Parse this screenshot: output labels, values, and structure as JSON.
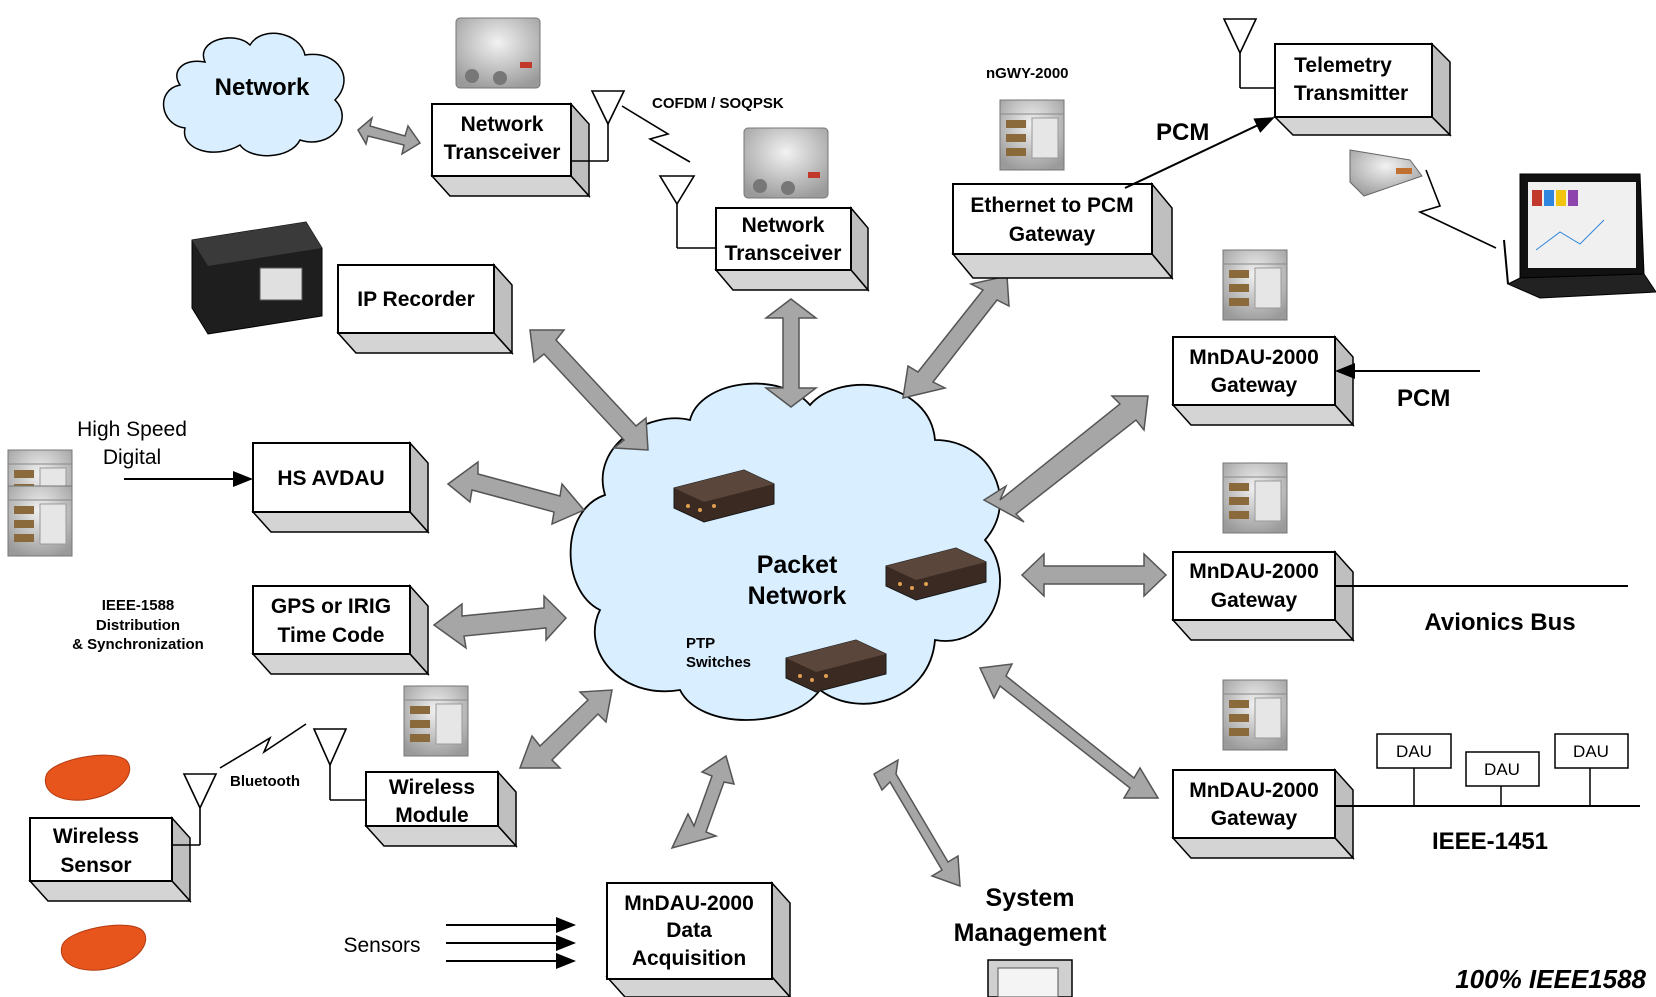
{
  "cloud_network": "Network",
  "center": {
    "line1": "Packet",
    "line2": "Network",
    "ptp1": "PTP",
    "ptp2": "Switches"
  },
  "labels": {
    "cofdm": "COFDM / SOQPSK",
    "ngwy": "nGWY-2000",
    "pcm_top": "PCM",
    "pcm_right": "PCM",
    "hs_digital_1": "High Speed",
    "hs_digital_2": "Digital",
    "ieee1588_1": "IEEE-1588",
    "ieee1588_2": "Distribution",
    "ieee1588_3": "& Synchronization",
    "bluetooth": "Bluetooth",
    "sensors": "Sensors",
    "avionics_bus": "Avionics Bus",
    "ieee1451": "IEEE-1451",
    "system_mgmt_1": "System",
    "system_mgmt_2": "Management",
    "footer": "100% IEEE1588"
  },
  "boxes": {
    "net_tx1": [
      "Network",
      "Transceiver"
    ],
    "net_tx2": [
      "Network",
      "Transceiver"
    ],
    "ip_recorder": [
      "IP Recorder"
    ],
    "hs_avdau": [
      "HS AVDAU"
    ],
    "gps_irig": [
      "GPS or IRIG",
      "Time Code"
    ],
    "wireless_module": [
      "Wireless",
      "Module"
    ],
    "wireless_sensor": [
      "Wireless",
      "Sensor"
    ],
    "mndau_daq": [
      "MnDAU-2000",
      "Data",
      "Acquisition"
    ],
    "eth_pcm": [
      "Ethernet to PCM",
      "Gateway"
    ],
    "telemetry_tx": [
      "Telemetry",
      "Transmitter"
    ],
    "mndau_gw1": [
      "MnDAU-2000",
      "Gateway"
    ],
    "mndau_gw2": [
      "MnDAU-2000",
      "Gateway"
    ],
    "mndau_gw3": [
      "MnDAU-2000",
      "Gateway"
    ]
  },
  "dau_labels": [
    "DAU",
    "DAU",
    "DAU"
  ],
  "colors": {
    "cloud_fill": "#d9efff",
    "arrow_fill": "#a6a6a6",
    "box_shadow": "#bfbfbf"
  }
}
